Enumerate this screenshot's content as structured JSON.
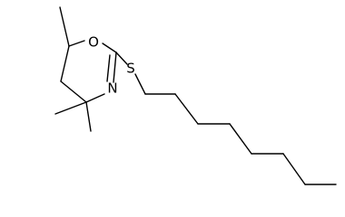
{
  "molecule": {
    "atom_labels": {
      "oxygen": "O",
      "nitrogen": "N",
      "sulfur": "S"
    },
    "colors": {
      "bond": "#000000",
      "label": "#000000",
      "background": "#ffffff"
    }
  }
}
